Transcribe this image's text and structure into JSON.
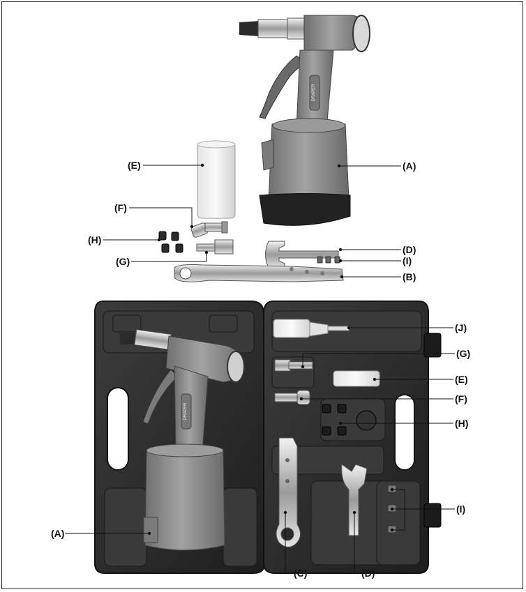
{
  "figure_top": {
    "labels": {
      "A": "(A)",
      "E": "(E)",
      "F": "(F)",
      "H": "(H)",
      "G": "(G)",
      "D": "(D)",
      "I": "(I)",
      "B": "(B)"
    },
    "tool_brand": "DRAPER"
  },
  "figure_case": {
    "labels": {
      "J": "(J)",
      "G": "(G)",
      "E": "(E)",
      "F": "(F)",
      "H": "(H)",
      "I": "(I)",
      "A": "(A)",
      "C": "(C)",
      "D": "(D)"
    },
    "tool_brand": "DRAPER"
  },
  "colors": {
    "tool_body": "#8a8a8a",
    "tool_dark": "#555555",
    "case": "#2a2a2a",
    "case_inner": "#3a3a3a",
    "chrome": "#cfcfcf"
  }
}
